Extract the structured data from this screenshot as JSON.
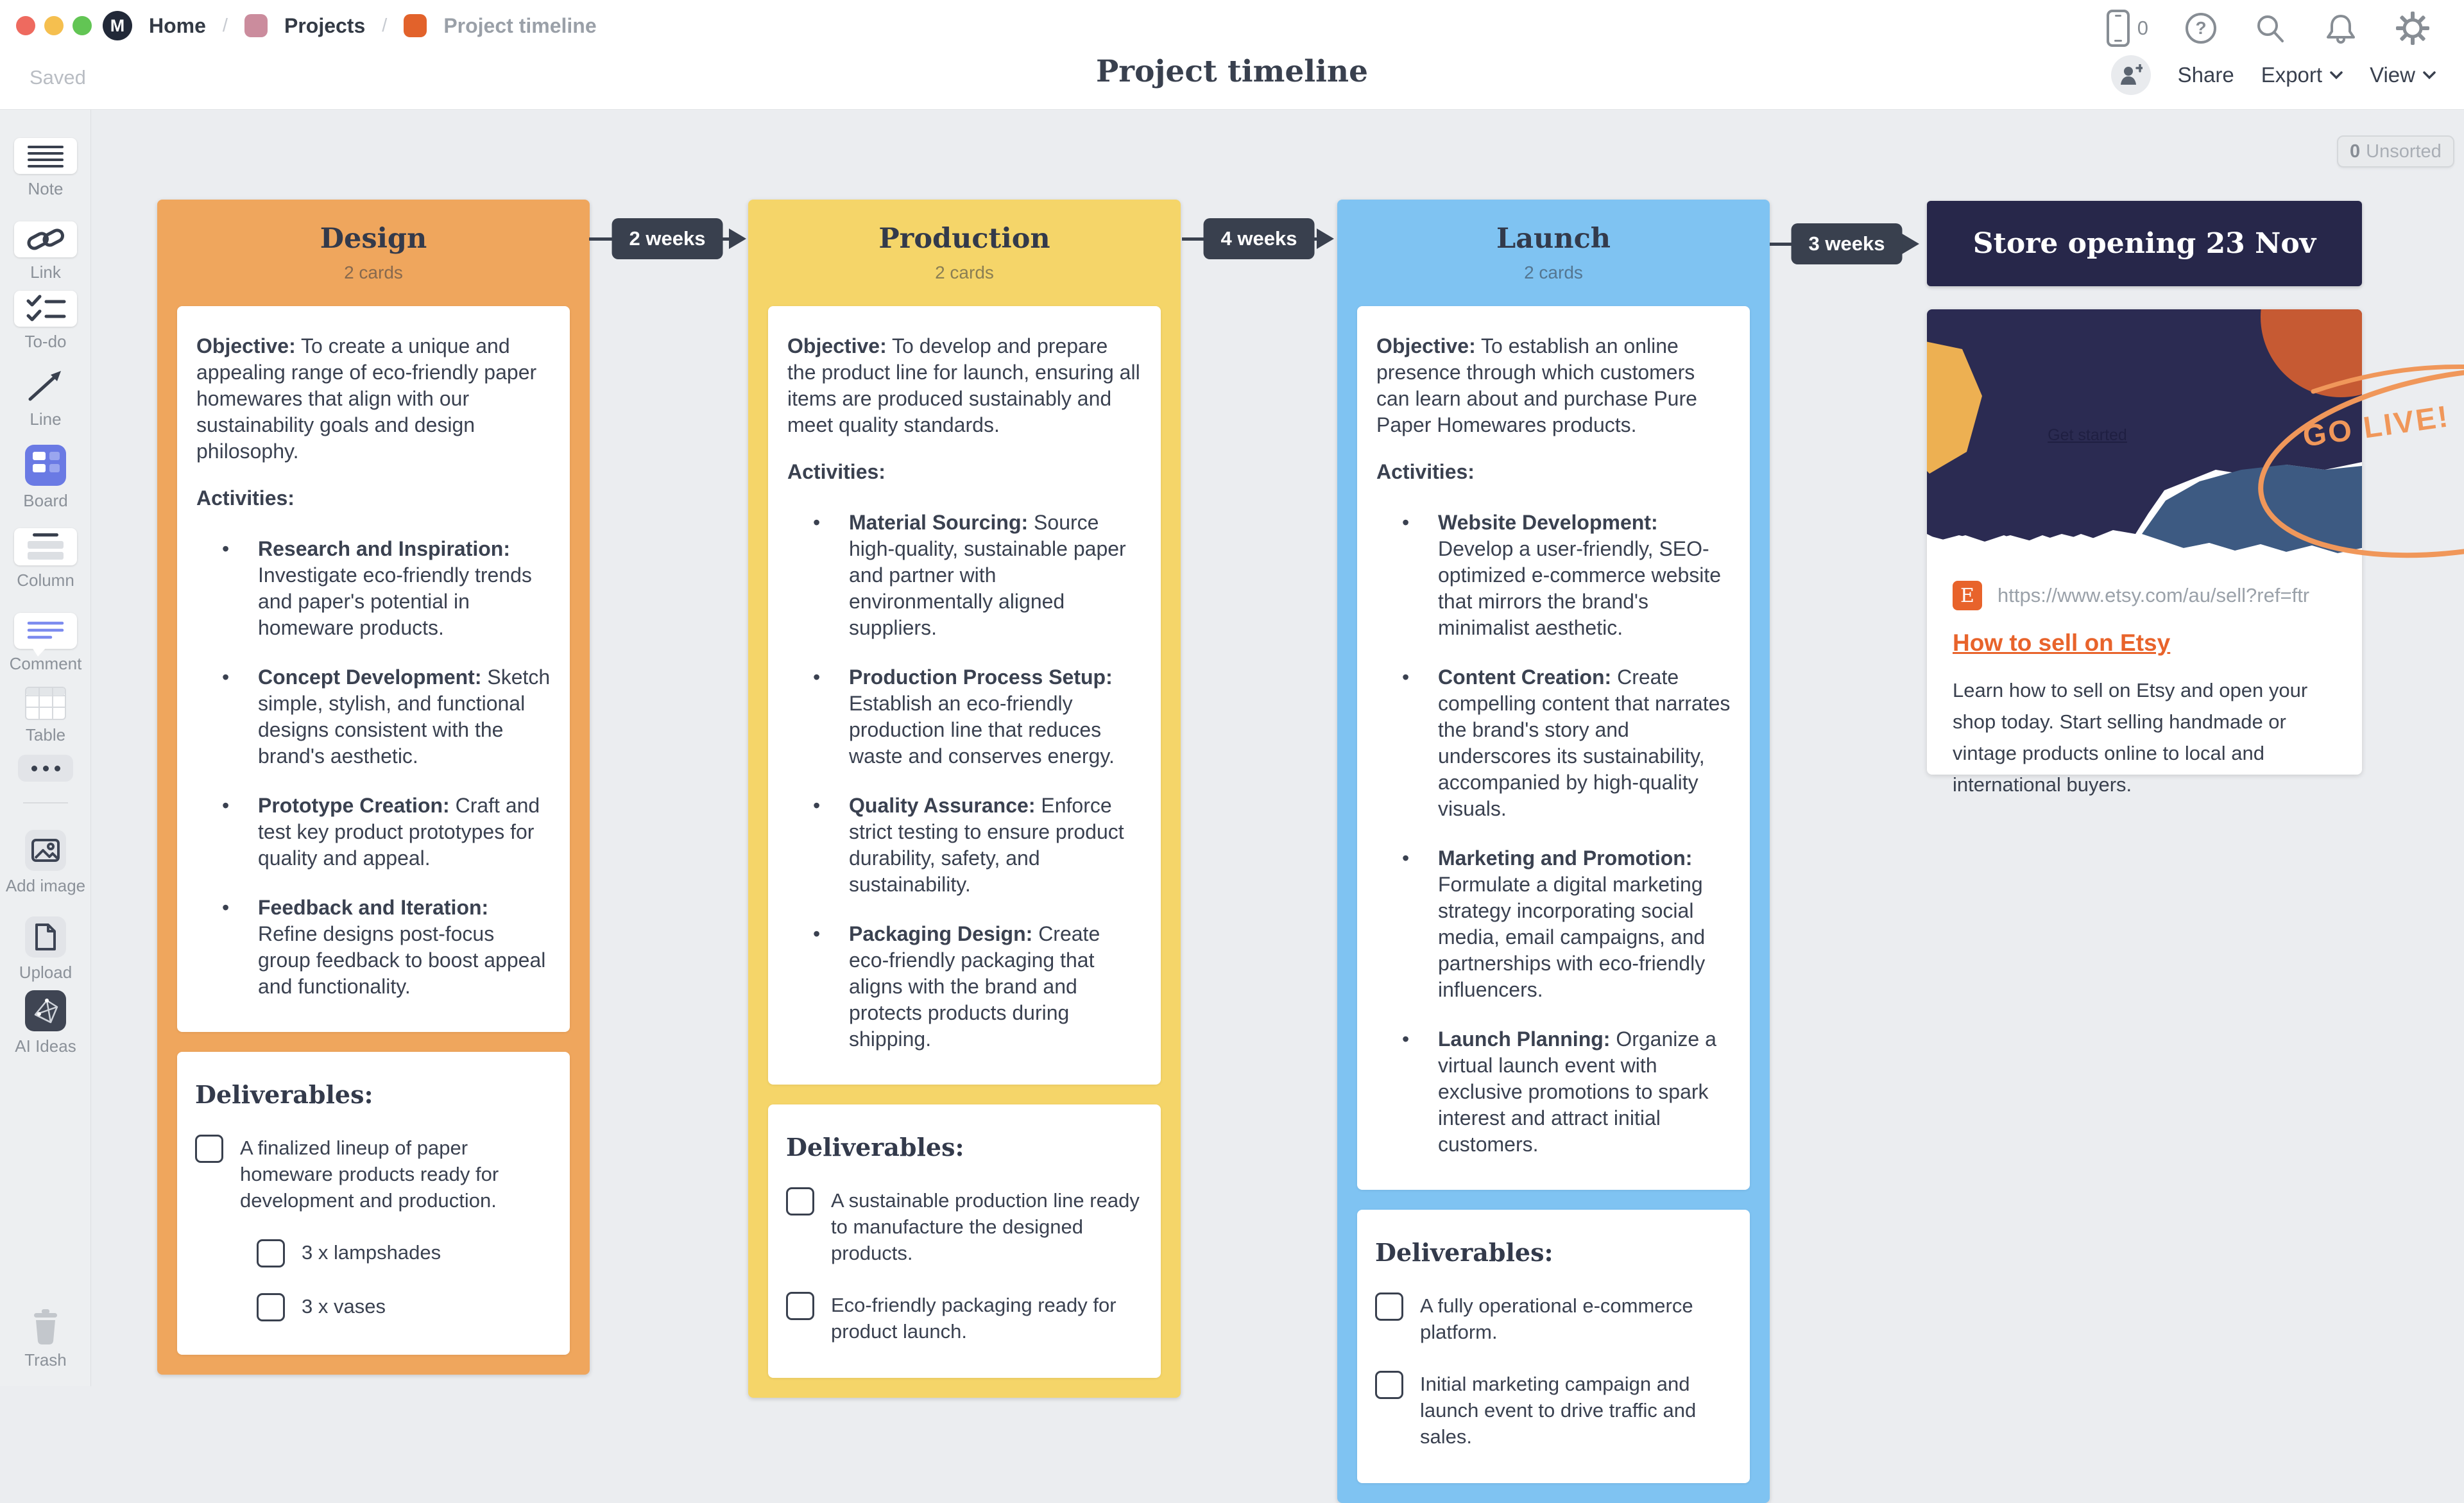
{
  "header": {
    "breadcrumbs": {
      "home": "Home",
      "projects": "Projects",
      "current": "Project timeline",
      "separator": "/"
    },
    "save_status": "Saved",
    "title": "Project timeline",
    "phone_count": "0",
    "help_glyph": "?",
    "share": "Share",
    "export": "Export",
    "view": "View"
  },
  "toolbar": {
    "note": "Note",
    "link": "Link",
    "todo": "To-do",
    "line": "Line",
    "board": "Board",
    "column": "Column",
    "comment": "Comment",
    "table": "Table",
    "add_image": "Add image",
    "upload": "Upload",
    "ai_ideas": "AI Ideas",
    "trash": "Trash"
  },
  "canvas": {
    "unsorted_count": "0",
    "unsorted_label": "Unsorted",
    "annotation": "GO LIVE!"
  },
  "arrows": [
    "2 weeks",
    "4 weeks",
    "3 weeks"
  ],
  "colors": {
    "design": "#efa65d",
    "production": "#f5d569",
    "launch": "#7fc3f2",
    "badge": "#39404e",
    "store_card": "#27274a",
    "etsy_orange": "#e8632b",
    "annotation": "#f0975a",
    "image_palette": {
      "navy": "#2b2b52",
      "yellow": "#edb052",
      "red": "#c65a33",
      "blue": "#3d5a82"
    }
  },
  "columns": [
    {
      "title": "Design",
      "subtitle": "2 cards",
      "color": "#efa65d",
      "note": {
        "objective_label": "Objective:",
        "objective": "To create a unique and appealing range of eco-friendly paper homewares that align with our sustainability goals and design philosophy.",
        "activities_label": "Activities:",
        "activities": [
          {
            "label": "Research and Inspiration:",
            "text": "Investigate eco-friendly trends and paper's potential in homeware products."
          },
          {
            "label": "Concept Development:",
            "text": "Sketch simple, stylish, and functional designs consistent with the brand's aesthetic."
          },
          {
            "label": "Prototype Creation:",
            "text": "Craft and test key product prototypes for quality and appeal."
          },
          {
            "label": "Feedback and Iteration:",
            "text": "Refine designs post-focus group feedback to boost appeal and functionality."
          }
        ]
      },
      "deliverables": {
        "heading": "Deliverables:",
        "items": [
          {
            "text": "A finalized lineup of paper homeware products ready for development and production.",
            "indent": ""
          },
          {
            "text": "3 x lampshades",
            "indent": "child"
          },
          {
            "text": "3 x vases",
            "indent": "child"
          }
        ]
      }
    },
    {
      "title": "Production",
      "subtitle": "2 cards",
      "color": "#f5d569",
      "note": {
        "objective_label": "Objective:",
        "objective": "To develop and prepare the product line for launch, ensuring all items are produced sustainably and meet quality standards.",
        "activities_label": "Activities:",
        "activities": [
          {
            "label": "Material Sourcing:",
            "text": "Source high-quality, sustainable paper and partner with environmentally aligned suppliers."
          },
          {
            "label": "Production Process Setup:",
            "text": "Establish an eco-friendly production line that reduces waste and conserves energy."
          },
          {
            "label": "Quality Assurance:",
            "text": "Enforce strict testing to ensure product durability, safety, and sustainability."
          },
          {
            "label": "Packaging Design:",
            "text": "Create eco-friendly packaging that aligns with the brand and protects products during shipping."
          }
        ]
      },
      "deliverables": {
        "heading": "Deliverables:",
        "items": [
          {
            "text": "A sustainable production line ready to manufacture the designed products.",
            "indent": ""
          },
          {
            "text": "Eco-friendly packaging ready for product launch.",
            "indent": ""
          }
        ]
      }
    },
    {
      "title": "Launch",
      "subtitle": "2 cards",
      "color": "#7fc3f2",
      "note": {
        "objective_label": "Objective:",
        "objective": "To establish an online presence through which customers can learn about and purchase Pure Paper Homewares products.",
        "activities_label": "Activities:",
        "activities": [
          {
            "label": "Website Development:",
            "text": "Develop a user-friendly, SEO-optimized e-commerce website that mirrors the brand's minimalist aesthetic."
          },
          {
            "label": "Content Creation:",
            "text": "Create compelling content that narrates the brand's story and underscores its sustainability, accompanied by high-quality visuals."
          },
          {
            "label": "Marketing and Promotion:",
            "text": "Formulate a digital marketing strategy incorporating social media, email campaigns, and partnerships with eco-friendly influencers."
          },
          {
            "label": "Launch Planning:",
            "text": "Organize a virtual launch event with exclusive promotions to spark interest and attract initial customers."
          }
        ]
      },
      "deliverables": {
        "heading": "Deliverables:",
        "items": [
          {
            "text": "A fully operational e-commerce platform.",
            "indent": ""
          },
          {
            "text": "Initial marketing campaign and launch event to drive traffic and sales.",
            "indent": ""
          }
        ]
      }
    }
  ],
  "store_card": {
    "title": "Store opening 23 Nov"
  },
  "link_card": {
    "favicon_letter": "E",
    "url": "https://www.etsy.com/au/sell?ref=ftr",
    "title": "How to sell on Etsy",
    "description": "Learn how to sell on Etsy and open your shop today. Start selling handmade or vintage products online to local and international buyers.",
    "image_overlay_text": "Get started"
  }
}
